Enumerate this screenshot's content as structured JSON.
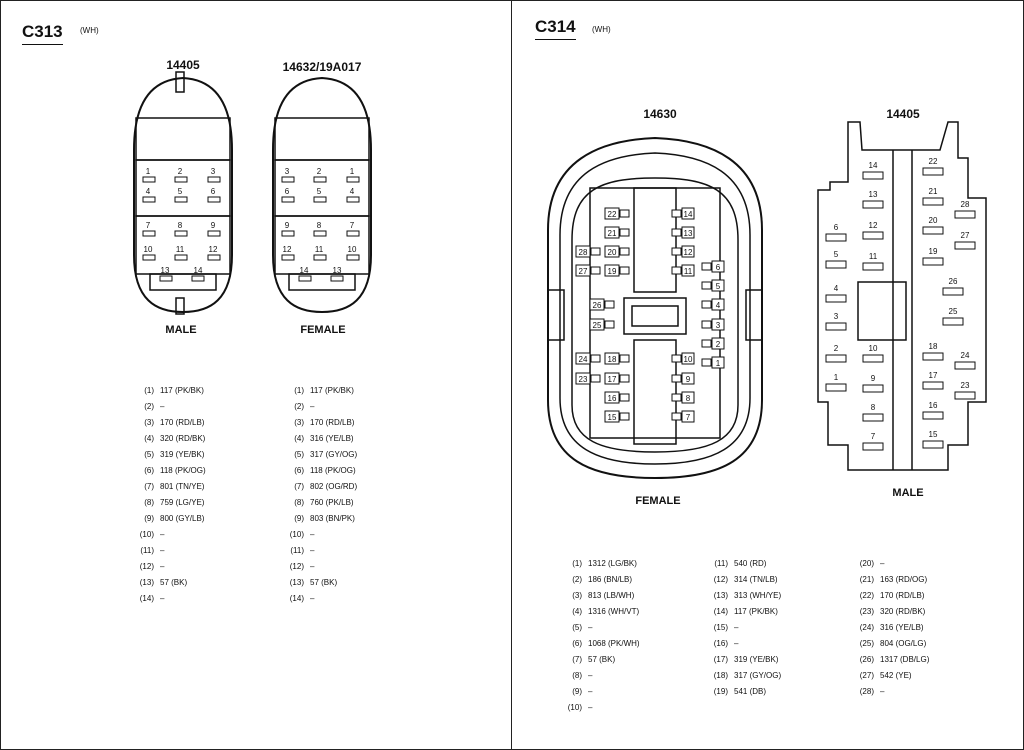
{
  "c313": {
    "title": "C313",
    "color": "(WH)",
    "male": {
      "part": "14405",
      "label": "MALE",
      "pins": [
        {
          "n": "(1)",
          "v": "117 (PK/BK)"
        },
        {
          "n": "(2)",
          "v": "–"
        },
        {
          "n": "(3)",
          "v": "170 (RD/LB)"
        },
        {
          "n": "(4)",
          "v": "320 (RD/BK)"
        },
        {
          "n": "(5)",
          "v": "319 (YE/BK)"
        },
        {
          "n": "(6)",
          "v": "118 (PK/OG)"
        },
        {
          "n": "(7)",
          "v": "801 (TN/YE)"
        },
        {
          "n": "(8)",
          "v": "759 (LG/YE)"
        },
        {
          "n": "(9)",
          "v": "800 (GY/LB)"
        },
        {
          "n": "(10)",
          "v": "–"
        },
        {
          "n": "(11)",
          "v": "–"
        },
        {
          "n": "(12)",
          "v": "–"
        },
        {
          "n": "(13)",
          "v": "57 (BK)"
        },
        {
          "n": "(14)",
          "v": "–"
        }
      ]
    },
    "female": {
      "part": "14632/19A017",
      "label": "FEMALE",
      "pins": [
        {
          "n": "(1)",
          "v": "117 (PK/BK)"
        },
        {
          "n": "(2)",
          "v": "–"
        },
        {
          "n": "(3)",
          "v": "170 (RD/LB)"
        },
        {
          "n": "(4)",
          "v": "316 (YE/LB)"
        },
        {
          "n": "(5)",
          "v": "317 (GY/OG)"
        },
        {
          "n": "(6)",
          "v": "118 (PK/OG)"
        },
        {
          "n": "(7)",
          "v": "802 (OG/RD)"
        },
        {
          "n": "(8)",
          "v": "760 (PK/LB)"
        },
        {
          "n": "(9)",
          "v": "803 (BN/PK)"
        },
        {
          "n": "(10)",
          "v": "–"
        },
        {
          "n": "(11)",
          "v": "–"
        },
        {
          "n": "(12)",
          "v": "–"
        },
        {
          "n": "(13)",
          "v": "57 (BK)"
        },
        {
          "n": "(14)",
          "v": "–"
        }
      ]
    }
  },
  "c314": {
    "title": "C314",
    "color": "(WH)",
    "female": {
      "part": "14630",
      "label": "FEMALE"
    },
    "male": {
      "part": "14405",
      "label": "MALE"
    },
    "pins_col1": [
      {
        "n": "(1)",
        "v": "1312 (LG/BK)"
      },
      {
        "n": "(2)",
        "v": "186 (BN/LB)"
      },
      {
        "n": "(3)",
        "v": "813 (LB/WH)"
      },
      {
        "n": "(4)",
        "v": "1316 (WH/VT)"
      },
      {
        "n": "(5)",
        "v": "–"
      },
      {
        "n": "(6)",
        "v": "1068 (PK/WH)"
      },
      {
        "n": "(7)",
        "v": "57 (BK)"
      },
      {
        "n": "(8)",
        "v": "–"
      },
      {
        "n": "(9)",
        "v": "–"
      },
      {
        "n": "(10)",
        "v": "–"
      }
    ],
    "pins_col2": [
      {
        "n": "(11)",
        "v": "540 (RD)"
      },
      {
        "n": "(12)",
        "v": "314 (TN/LB)"
      },
      {
        "n": "(13)",
        "v": "313 (WH/YE)"
      },
      {
        "n": "(14)",
        "v": "117 (PK/BK)"
      },
      {
        "n": "(15)",
        "v": "–"
      },
      {
        "n": "(16)",
        "v": "–"
      },
      {
        "n": "(17)",
        "v": "319 (YE/BK)"
      },
      {
        "n": "(18)",
        "v": "317 (GY/OG)"
      },
      {
        "n": "(19)",
        "v": "541 (DB)"
      }
    ],
    "pins_col3": [
      {
        "n": "(20)",
        "v": "–"
      },
      {
        "n": "(21)",
        "v": "163 (RD/OG)"
      },
      {
        "n": "(22)",
        "v": "170 (RD/LB)"
      },
      {
        "n": "(23)",
        "v": "320 (RD/BK)"
      },
      {
        "n": "(24)",
        "v": "316 (YE/LB)"
      },
      {
        "n": "(25)",
        "v": "804 (OG/LG)"
      },
      {
        "n": "(26)",
        "v": "1317 (DB/LG)"
      },
      {
        "n": "(27)",
        "v": "542 (YE)"
      },
      {
        "n": "(28)",
        "v": "–"
      }
    ]
  },
  "diagram_pin_labels": {
    "c313_male": [
      "1",
      "2",
      "3",
      "4",
      "5",
      "6",
      "7",
      "8",
      "9",
      "10",
      "11",
      "12",
      "13",
      "14"
    ],
    "c313_female": [
      "3",
      "2",
      "1",
      "6",
      "5",
      "4",
      "9",
      "8",
      "7",
      "12",
      "11",
      "10",
      "14",
      "13"
    ],
    "c314_female_left": [
      "22",
      "21",
      "20",
      "19",
      "28",
      "27",
      "26",
      "25",
      "24",
      "23",
      "18",
      "17",
      "16",
      "15"
    ],
    "c314_female_right": [
      "14",
      "13",
      "12",
      "11",
      "6",
      "5",
      "4",
      "3",
      "2",
      "1",
      "10",
      "9",
      "8",
      "7"
    ],
    "c314_male": [
      "14",
      "13",
      "12",
      "11",
      "10",
      "9",
      "8",
      "7",
      "6",
      "5",
      "4",
      "3",
      "2",
      "1",
      "22",
      "21",
      "20",
      "19",
      "28",
      "27",
      "26",
      "25",
      "18",
      "17",
      "16",
      "15",
      "24",
      "23"
    ]
  }
}
